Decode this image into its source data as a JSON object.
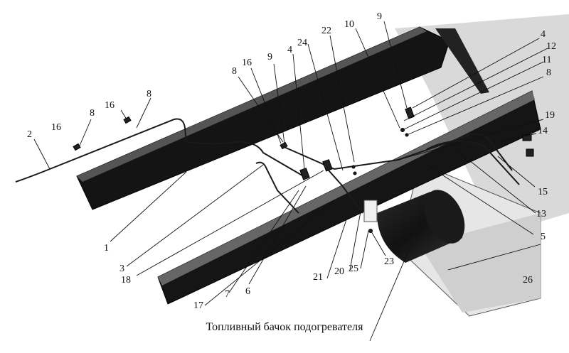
{
  "caption": "Топливный бачок подогревателя",
  "callouts": [
    {
      "id": "c1",
      "text": "1"
    },
    {
      "id": "c2",
      "text": "2"
    },
    {
      "id": "c3",
      "text": "3"
    },
    {
      "id": "c4a",
      "text": "4"
    },
    {
      "id": "c4b",
      "text": "4"
    },
    {
      "id": "c5",
      "text": "5"
    },
    {
      "id": "c6",
      "text": "6"
    },
    {
      "id": "c7",
      "text": "7"
    },
    {
      "id": "c8a",
      "text": "8"
    },
    {
      "id": "c8b",
      "text": "8"
    },
    {
      "id": "c8c",
      "text": "8"
    },
    {
      "id": "c8d",
      "text": "8"
    },
    {
      "id": "c9a",
      "text": "9"
    },
    {
      "id": "c9b",
      "text": "9"
    },
    {
      "id": "c10",
      "text": "10"
    },
    {
      "id": "c11",
      "text": "11"
    },
    {
      "id": "c12",
      "text": "12"
    },
    {
      "id": "c13",
      "text": "13"
    },
    {
      "id": "c14",
      "text": "14"
    },
    {
      "id": "c15",
      "text": "15"
    },
    {
      "id": "c16a",
      "text": "16"
    },
    {
      "id": "c16b",
      "text": "16"
    },
    {
      "id": "c16c",
      "text": "16"
    },
    {
      "id": "c17",
      "text": "17"
    },
    {
      "id": "c18",
      "text": "18"
    },
    {
      "id": "c19",
      "text": "19"
    },
    {
      "id": "c20",
      "text": "20"
    },
    {
      "id": "c21",
      "text": "21"
    },
    {
      "id": "c22",
      "text": "22"
    },
    {
      "id": "c23",
      "text": "23"
    },
    {
      "id": "c24",
      "text": "24"
    },
    {
      "id": "c25",
      "text": "25"
    },
    {
      "id": "c26",
      "text": "26"
    }
  ]
}
